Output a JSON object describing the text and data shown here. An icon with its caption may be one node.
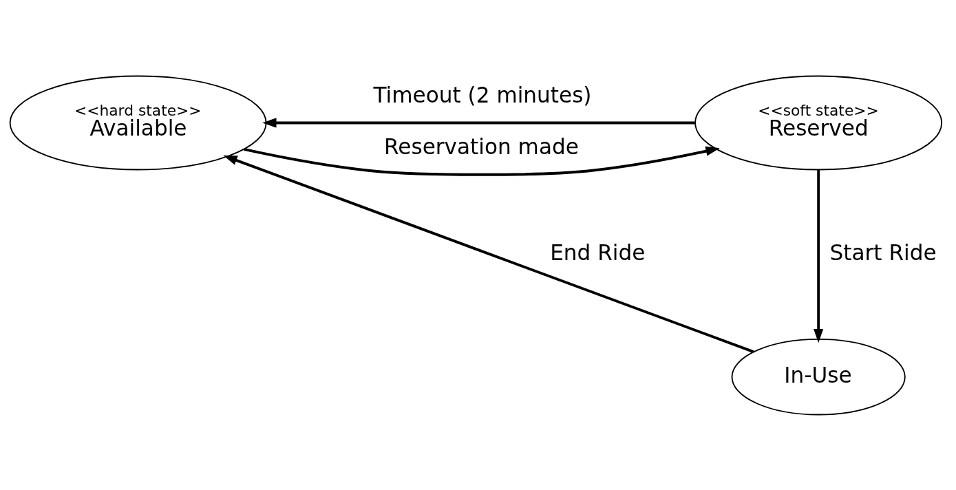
{
  "diagram": {
    "nodes": [
      {
        "text": [
          "<<hard state>>",
          "Available"
        ]
      },
      {
        "text": [
          "<<soft state>>",
          "Reserved"
        ]
      },
      {
        "text": [
          "In-Use"
        ]
      }
    ],
    "edges": [
      {
        "from": 0,
        "to": 1,
        "arrow": "to",
        "label": "Reservation made"
      },
      {
        "from": 1,
        "to": 0,
        "arrow": "to",
        "label": "Timeout (2 minutes)"
      },
      {
        "from": 1,
        "to": 2,
        "arrow": "to",
        "label": "Start Ride"
      },
      {
        "from": 2,
        "to": 0,
        "arrow": "to",
        "label": "End Ride"
      }
    ]
  }
}
